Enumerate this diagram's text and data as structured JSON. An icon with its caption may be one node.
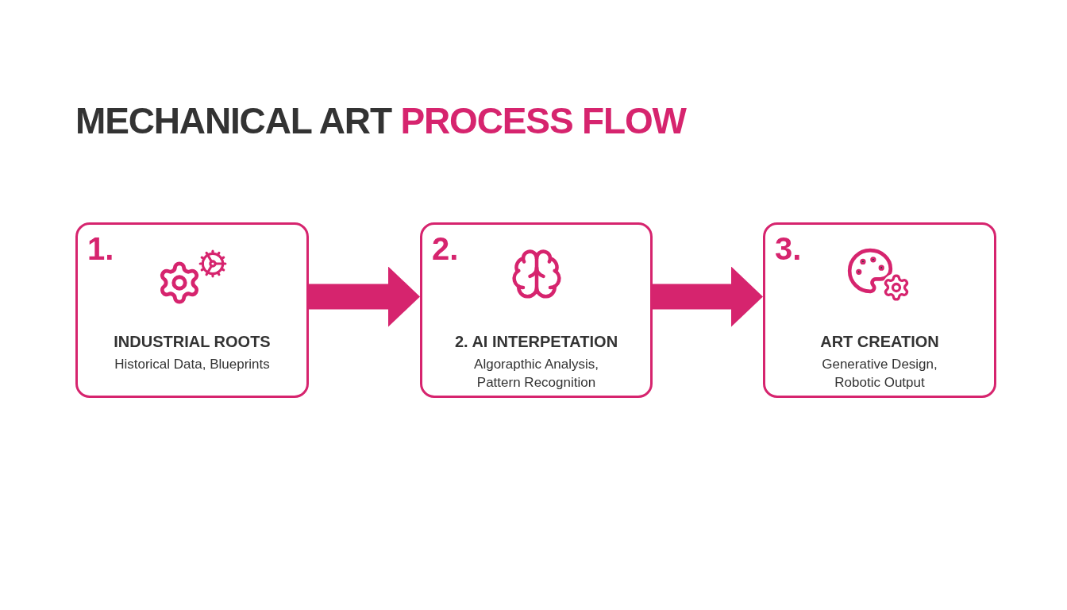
{
  "diagram": {
    "title": "MECHANICAL ART **PROCESS FLOW**",
    "nodes": [
      {
        "text": [
          "1.",
          "INDUSTRIAL ROOTS",
          "Historical Data, Blueprints"
        ]
      },
      {
        "text": [
          "2.",
          "2. AI INTERPETATION",
          "Algorapthic Analysis, Pattern Recognition"
        ]
      },
      {
        "text": [
          "3.",
          "ART CREATION",
          "Generative Design, Robotic Output"
        ]
      }
    ],
    "edges": [
      {
        "from": 0,
        "to": 1,
        "arrow": "to"
      },
      {
        "from": 1,
        "to": 2,
        "arrow": "to"
      }
    ]
  }
}
